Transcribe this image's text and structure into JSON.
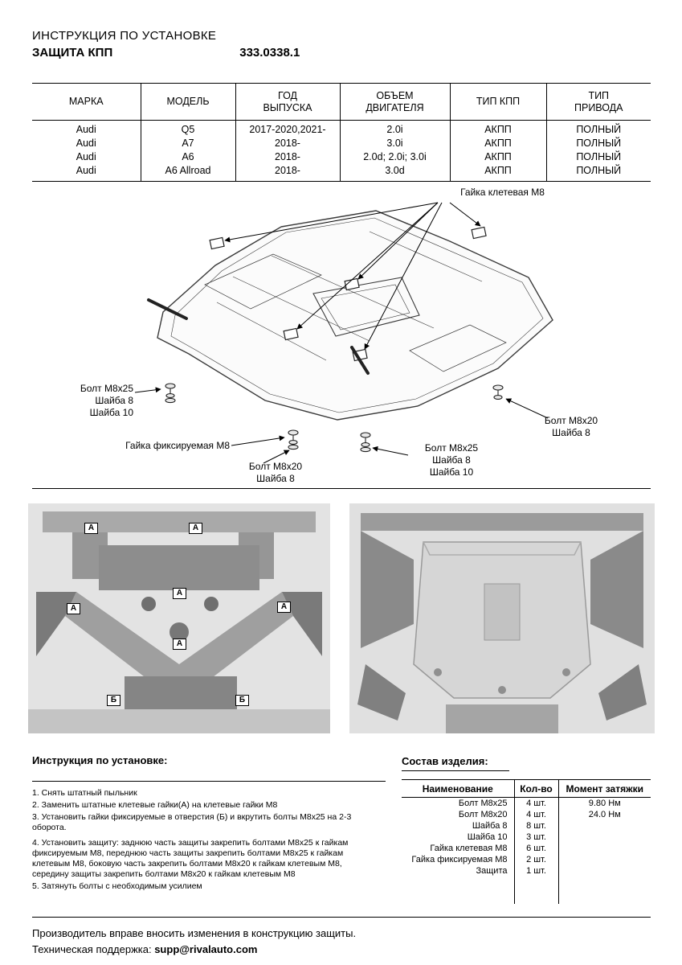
{
  "header": {
    "title": "ИНСТРУКЦИЯ ПО УСТАНОВКЕ",
    "product": "ЗАЩИТА КПП",
    "part_number": "333.0338.1"
  },
  "fitment": {
    "headers": [
      "МАРКА",
      "МОДЕЛЬ",
      "ГОД\nВЫПУСКА",
      "ОБЪЕМ\nДВИГАТЕЛЯ",
      "ТИП КПП",
      "ТИП\nПРИВОДА"
    ],
    "rows": [
      [
        "Audi",
        "Q5",
        "2017-2020,2021-",
        "2.0i",
        "АКПП",
        "ПОЛНЫЙ"
      ],
      [
        "Audi",
        "A7",
        "2018-",
        "3.0i",
        "АКПП",
        "ПОЛНЫЙ"
      ],
      [
        "Audi",
        "A6",
        "2018-",
        "2.0d; 2.0i; 3.0i",
        "АКПП",
        "ПОЛНЫЙ"
      ],
      [
        "Audi",
        "A6 Allroad",
        "2018-",
        "3.0d",
        "АКПП",
        "ПОЛНЫЙ"
      ]
    ]
  },
  "diagram": {
    "label_clip_nut": "Гайка клетевая М8",
    "label_left": [
      "Болт М8х25",
      "Шайба 8",
      "Шайба 10"
    ],
    "label_fix_nut": "Гайка фиксируемая М8",
    "label_bottom_left": [
      "Болт М8х20",
      "Шайба 8"
    ],
    "label_bottom_right": [
      "Болт М8х25",
      "Шайба 8",
      "Шайба 10"
    ],
    "label_right": [
      "Болт М8х20",
      "Шайба 8"
    ]
  },
  "photos": {
    "marker_a": "А",
    "marker_b": "Б"
  },
  "instructions": {
    "title": "Инструкция по установке:",
    "steps": [
      "1. Снять штатный пыльник",
      "2. Заменить штатные клетевые гайки(А) на клетевые гайки М8",
      "3. Установить гайки фиксируемые в отверстия (Б) и вкрутить болты М8х25 на 2-3 оборота.",
      "4. Установить защиту: заднюю часть защиты закрепить болтами М8х25 к гайкам фиксируемым М8, переднюю часть защиты закрепить болтами М8х25 к гайкам клетевым М8, боковую часть закрепить болтами М8х20 к гайкам клетевым М8, середину защиты закрепить болтами М8х20 к гайкам клетевым М8",
      "5. Затянуть болты с необходимым усилием"
    ]
  },
  "parts": {
    "title": "Состав изделия:",
    "headers": [
      "Наименование",
      "Кол-во",
      "Момент затяжки"
    ],
    "rows": [
      [
        "Болт М8х25",
        "4 шт.",
        "9.80 Нм"
      ],
      [
        "Болт М8х20",
        "4 шт.",
        "24.0 Нм"
      ],
      [
        "Шайба 8",
        "8 шт.",
        ""
      ],
      [
        "Шайба 10",
        "3 шт.",
        ""
      ],
      [
        "Гайка клетевая М8",
        "6 шт.",
        ""
      ],
      [
        "Гайка фиксируемая М8",
        "2 шт.",
        ""
      ],
      [
        "Защита",
        "1 шт.",
        ""
      ]
    ]
  },
  "footer": {
    "line1": "Производитель вправе вносить изменения в конструкцию защиты.",
    "line2_label": "Техническая поддержка: ",
    "line2_email": "supp@rivalauto.com"
  }
}
